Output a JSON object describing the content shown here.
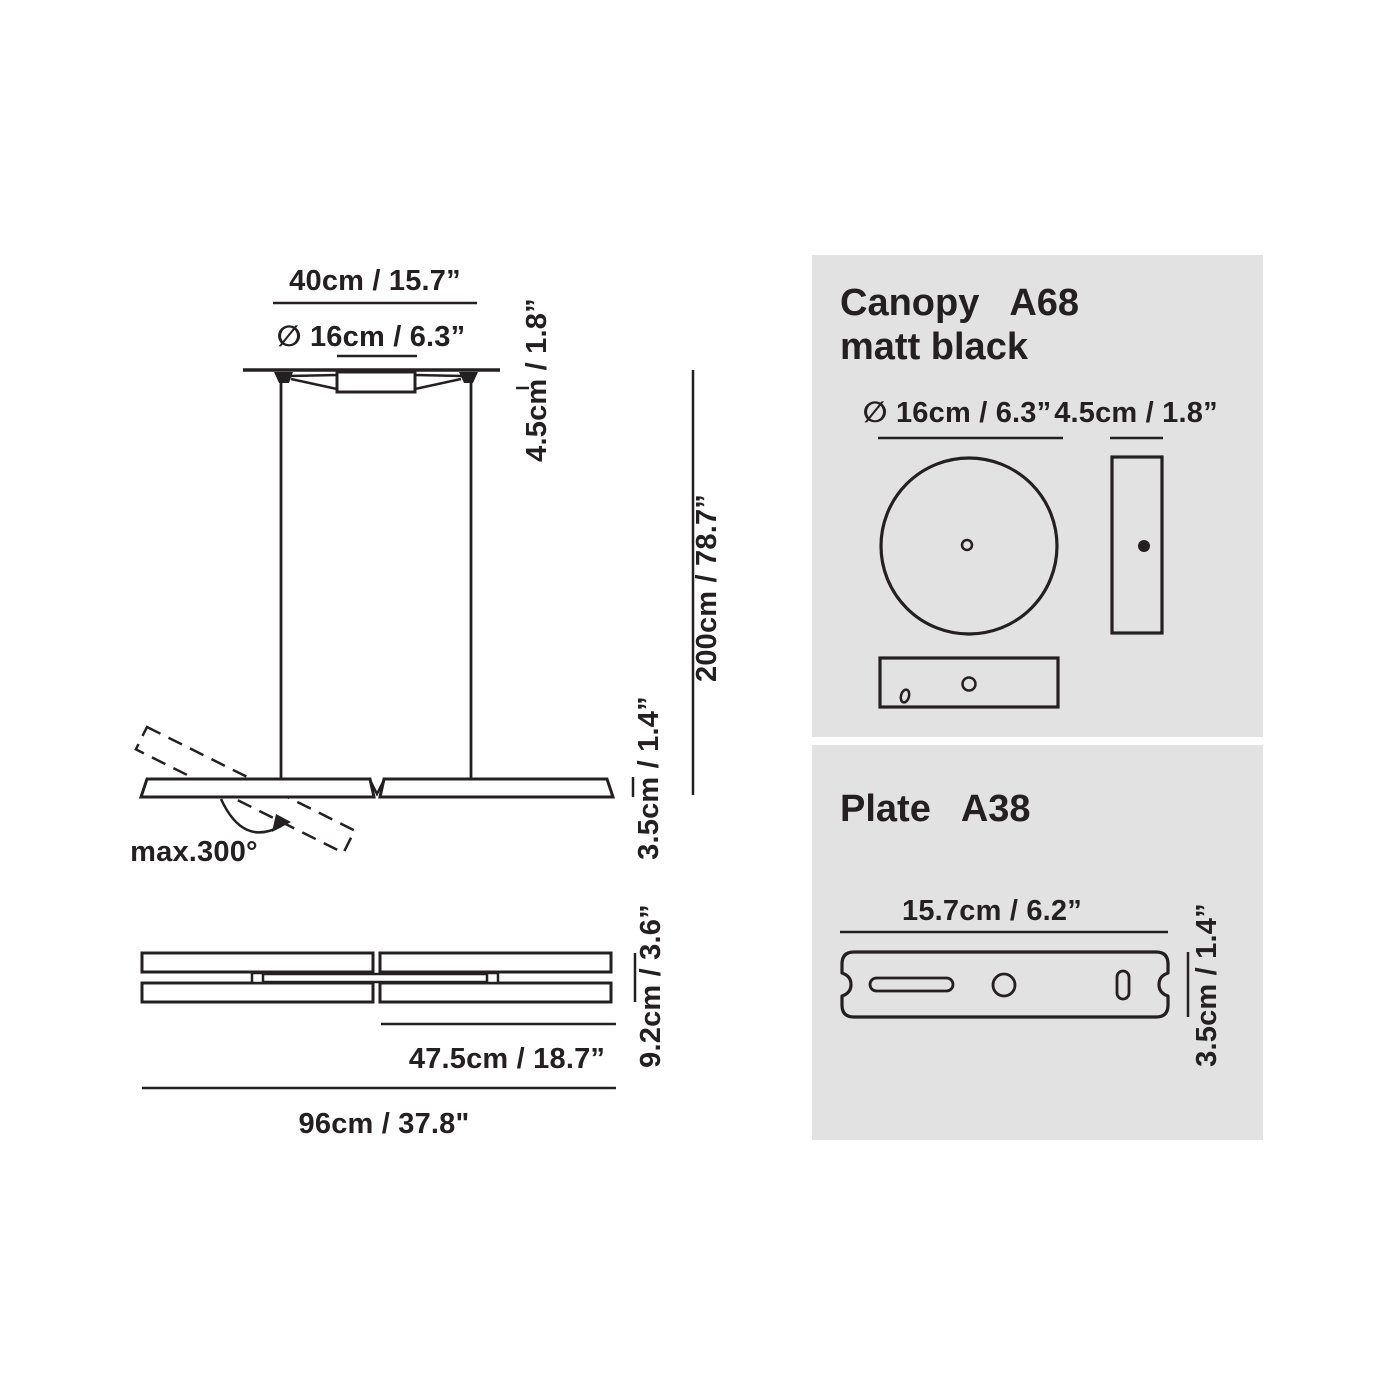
{
  "colors": {
    "page_bg": "#ffffff",
    "panel_bg": "#e2e2e2",
    "line": "#242021"
  },
  "main_diagram": {
    "dim_width_top": "40cm / 15.7”",
    "dim_canopy_diameter": "∅ 16cm / 6.3”",
    "dim_canopy_height": "4.5cm / 1.8”",
    "dim_drop_height": "200cm / 78.7”",
    "dim_bar_height": "3.5cm / 1.4”",
    "rotation_label": "max.300°",
    "dim_plan_depth": "9.2cm / 3.6”",
    "dim_half_length": "47.5cm / 18.7”",
    "dim_total_length": "96cm / 37.8\""
  },
  "canopy_panel": {
    "title_name": "Canopy",
    "title_code": "A68",
    "subtitle": "matt black",
    "dim_diameter": "∅ 16cm / 6.3”",
    "dim_height": "4.5cm / 1.8”"
  },
  "plate_panel": {
    "title_name": "Plate",
    "title_code": "A38",
    "dim_length": "15.7cm / 6.2”",
    "dim_height": "3.5cm / 1.4”"
  }
}
